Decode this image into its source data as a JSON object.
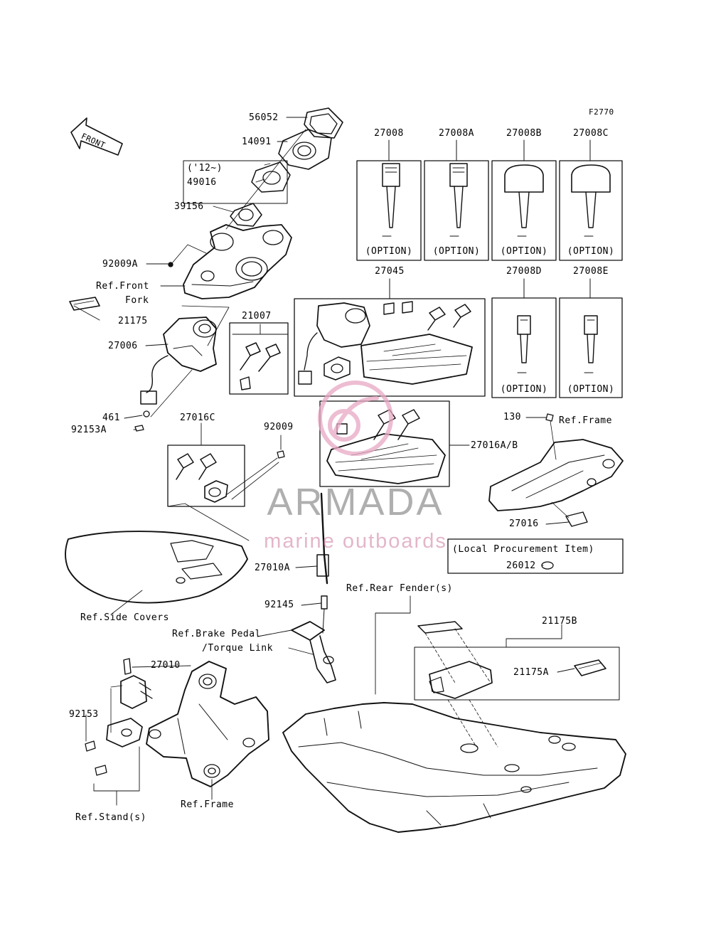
{
  "figure_code": "F2770",
  "front_arrow": "FRONT",
  "watermark": {
    "title": "ARMADA",
    "subtitle": "marine outboards"
  },
  "labels": {
    "p56052": "56052",
    "p14091": "14091",
    "p12": "('12~)",
    "p49016": "49016",
    "p39156": "39156",
    "p92009A": "92009A",
    "ref_front_fork_1": "Ref.Front",
    "ref_front_fork_2": "Fork",
    "p21175": "21175",
    "p27006": "27006",
    "p461": "461",
    "p92153A": "92153A",
    "p21007": "21007",
    "p27045": "27045",
    "p27016C": "27016C",
    "p92009": "92009",
    "p27016AB": "27016A/B",
    "p130": "130",
    "ref_frame_1": "Ref.Frame",
    "p27016": "27016",
    "local_procurement": "(Local Procurement Item)",
    "p26012": "26012",
    "p27010A": "27010A",
    "ref_rear_fender": "Ref.Rear Fender(s)",
    "p92145": "92145",
    "ref_side_covers": "Ref.Side Covers",
    "ref_brake_pedal": "Ref.Brake Pedal",
    "torque_link": "/Torque Link",
    "p21175B": "21175B",
    "p21175A": "21175A",
    "p27010": "27010",
    "p92153": "92153",
    "ref_frame_2": "Ref.Frame",
    "ref_stand": "Ref.Stand(s)"
  },
  "option_keys": [
    {
      "part": "27008",
      "option": "(OPTION)"
    },
    {
      "part": "27008A",
      "option": "(OPTION)"
    },
    {
      "part": "27008B",
      "option": "(OPTION)"
    },
    {
      "part": "27008C",
      "option": "(OPTION)"
    },
    {
      "part": "27008D",
      "option": "(OPTION)"
    },
    {
      "part": "27008E",
      "option": "(OPTION)"
    }
  ]
}
